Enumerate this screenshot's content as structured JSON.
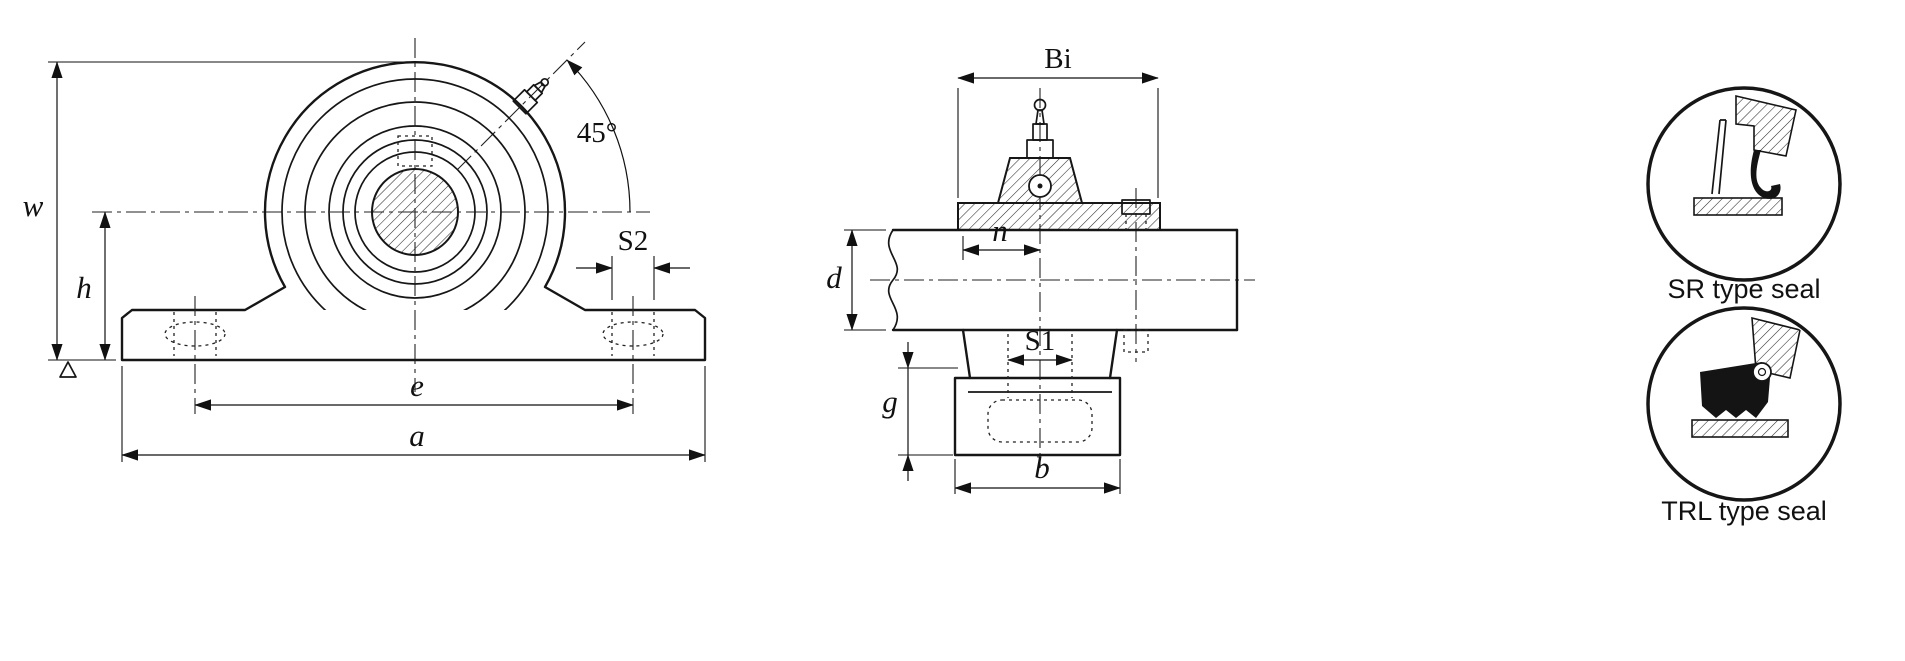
{
  "front_view": {
    "dims": {
      "w": "w",
      "h": "h",
      "e": "e",
      "a": "a",
      "s2": "S2",
      "angle": "45°"
    }
  },
  "side_view": {
    "dims": {
      "bi": "Bi",
      "n": "n",
      "d": "d",
      "s1": "S1",
      "g": "g",
      "b": "b"
    }
  },
  "seal_details": [
    {
      "caption": "SR type seal"
    },
    {
      "caption": "TRL type seal"
    }
  ]
}
